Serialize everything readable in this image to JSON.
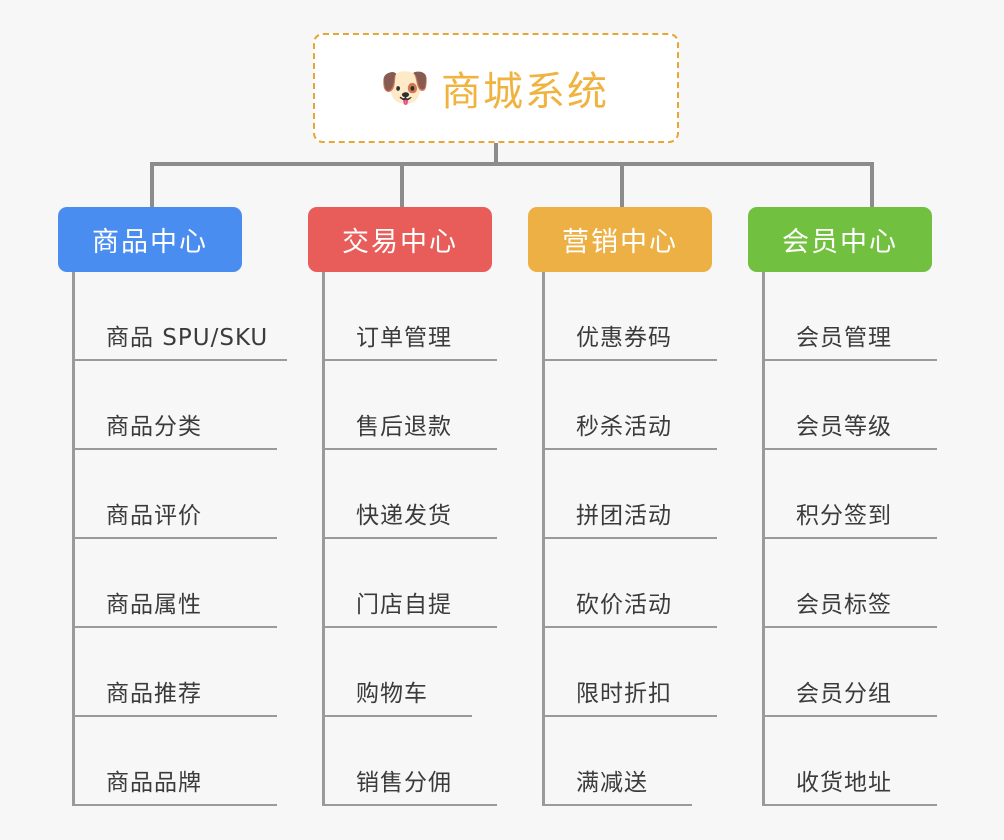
{
  "root": {
    "title": "商城系统",
    "icon": "dog-face-emoji",
    "icon_glyph": "🐶",
    "border_color": "#e8a735",
    "text_color": "#f0b340",
    "background": "#ffffff"
  },
  "canvas": {
    "background": "#f7f7f7",
    "connector_color": "#8c8c8c",
    "spine_color": "#9a9a9a",
    "leaf_text_color": "#3b3b3b"
  },
  "branches": [
    {
      "label": "商品中心",
      "color": "#4a8df0",
      "items": [
        "商品 SPU/SKU",
        "商品分类",
        "商品评价",
        "商品属性",
        "商品推荐",
        "商品品牌"
      ]
    },
    {
      "label": "交易中心",
      "color": "#e85c59",
      "items": [
        "订单管理",
        "售后退款",
        "快递发货",
        "门店自提",
        "购物车",
        "销售分佣"
      ]
    },
    {
      "label": "营销中心",
      "color": "#edb044",
      "items": [
        "优惠券码",
        "秒杀活动",
        "拼团活动",
        "砍价活动",
        "限时折扣",
        "满减送"
      ]
    },
    {
      "label": "会员中心",
      "color": "#72c03f",
      "items": [
        "会员管理",
        "会员等级",
        "积分签到",
        "会员标签",
        "会员分组",
        "收货地址"
      ]
    }
  ]
}
